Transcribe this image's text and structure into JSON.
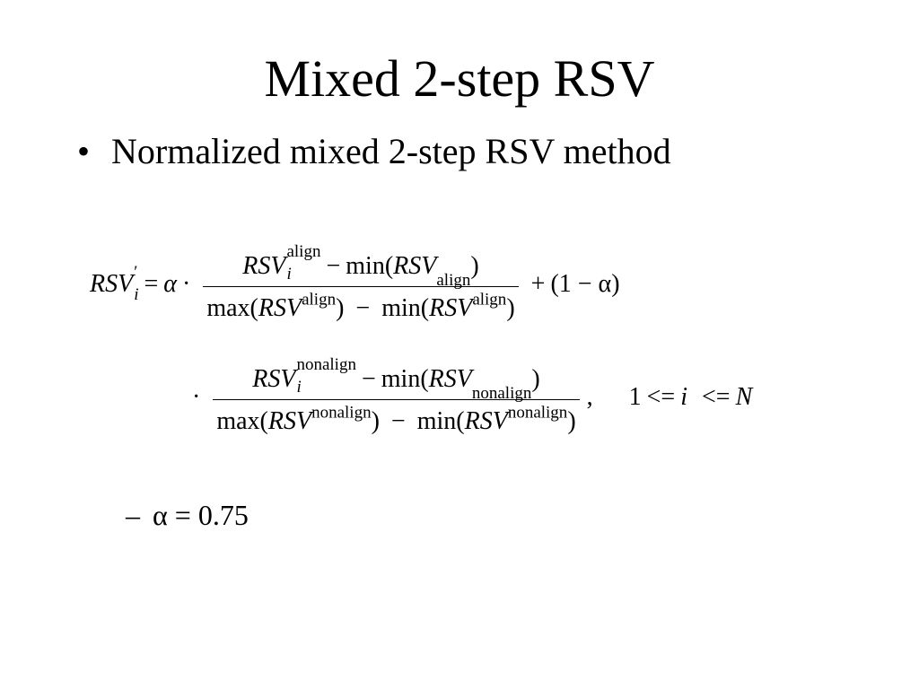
{
  "slide": {
    "title": "Mixed 2-step RSV",
    "bullet_char": "•",
    "bullet_text": "Normalized mixed 2-step RSV method",
    "sub_dash": "–",
    "sub_text": "α = 0.75"
  },
  "formula": {
    "rsv": "RSV",
    "prime": "′",
    "index": "i",
    "equals": "=",
    "alpha": "α",
    "cdot": "·",
    "minus": "−",
    "plus": "+",
    "align": "align",
    "nonalign": "nonalign",
    "min_open": "min(",
    "max_open": "max(",
    "close_paren": ")",
    "one_minus_alpha": "(1 − α)",
    "comma": ",",
    "range_one": "1",
    "leq": "<=",
    "range_n": "N"
  }
}
